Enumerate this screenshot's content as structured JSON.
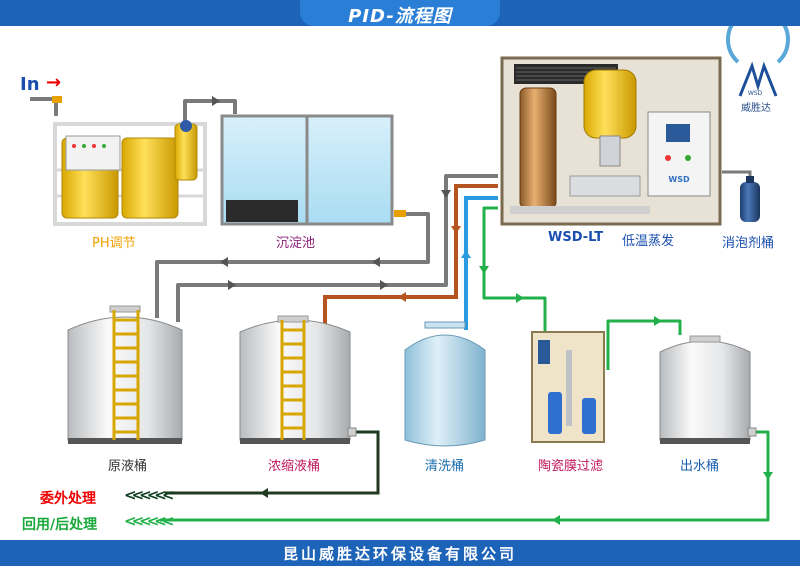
{
  "title": "PID-流程图",
  "footer": "昆山威胜达环保设备有限公司",
  "input_label": "In",
  "logo": {
    "text": "威胜达",
    "small": "WSD"
  },
  "evaporator_badge": "WSD",
  "labels": {
    "ph": "PH调节",
    "sedimentation": "沉淀池",
    "evaporator_prefix": "WSD-LT",
    "evaporator": "低温蒸发",
    "defoamer": "消泡剂桶",
    "raw_tank": "原液桶",
    "concentrate_tank": "浓缩液桶",
    "wash_tank": "清洗桶",
    "ceramic_filter": "陶瓷膜过滤",
    "outlet_tank": "出水桶"
  },
  "outputs": {
    "outsource": "委外处理",
    "reuse": "回用/后处理"
  },
  "chevrons": "<<<<<<",
  "colors": {
    "gray_line": "#7a7a7a",
    "brown_line": "#b5541f",
    "blue_line": "#2a9be0",
    "green_line": "#22b04a",
    "title_blue": "#1d63b8"
  }
}
